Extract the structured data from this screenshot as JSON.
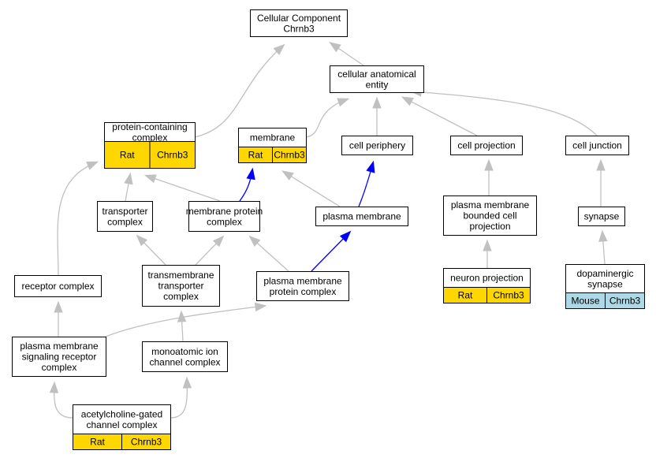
{
  "colors": {
    "edge_default": "#c0c0c0",
    "edge_highlight": "#0000ff",
    "tag_rat": "#ffd700",
    "tag_mouse": "#add8e6",
    "node_border": "#000000",
    "background": "#ffffff"
  },
  "nodes": {
    "cellular_component": {
      "lines": [
        "Cellular Component",
        "Chrnb3"
      ]
    },
    "cellular_anatomical_entity": {
      "lines": [
        "cellular anatomical",
        "entity"
      ]
    },
    "protein_containing_complex": {
      "lines": [
        "protein-containing",
        "complex"
      ],
      "tags": [
        "Rat",
        "Chrnb3"
      ]
    },
    "membrane": {
      "lines": [
        "membrane"
      ],
      "tags": [
        "Rat",
        "Chrnb3"
      ]
    },
    "cell_periphery": {
      "lines": [
        "cell periphery"
      ]
    },
    "cell_projection": {
      "lines": [
        "cell projection"
      ]
    },
    "cell_junction": {
      "lines": [
        "cell junction"
      ]
    },
    "transporter_complex": {
      "lines": [
        "transporter",
        "complex"
      ]
    },
    "membrane_protein_complex": {
      "lines": [
        "membrane protein",
        "complex"
      ]
    },
    "plasma_membrane": {
      "lines": [
        "plasma membrane"
      ]
    },
    "plasma_membrane_bounded_cell_projection": {
      "lines": [
        "plasma membrane",
        "bounded cell",
        "projection"
      ]
    },
    "synapse": {
      "lines": [
        "synapse"
      ]
    },
    "receptor_complex": {
      "lines": [
        "receptor complex"
      ]
    },
    "transmembrane_transporter_complex": {
      "lines": [
        "transmembrane",
        "transporter",
        "complex"
      ]
    },
    "plasma_membrane_protein_complex": {
      "lines": [
        "plasma membrane",
        "protein complex"
      ]
    },
    "neuron_projection": {
      "lines": [
        "neuron projection"
      ],
      "tags": [
        "Rat",
        "Chrnb3"
      ]
    },
    "dopaminergic_synapse": {
      "lines": [
        "dopaminergic",
        "synapse"
      ],
      "tags": [
        "Mouse",
        "Chrnb3"
      ]
    },
    "plasma_membrane_signaling_receptor_complex": {
      "lines": [
        "plasma membrane",
        "signaling receptor",
        "complex"
      ]
    },
    "monoatomic_ion_channel_complex": {
      "lines": [
        "monoatomic ion",
        "channel complex"
      ]
    },
    "acetylcholine_gated_channel_complex": {
      "lines": [
        "acetylcholine-gated",
        "channel complex"
      ],
      "tags": [
        "Rat",
        "Chrnb3"
      ]
    }
  },
  "edges": [
    {
      "from": "cellular_anatomical_entity",
      "to": "cellular_component",
      "highlight": false
    },
    {
      "from": "protein_containing_complex",
      "to": "cellular_component",
      "highlight": false
    },
    {
      "from": "membrane",
      "to": "cellular_anatomical_entity",
      "highlight": false
    },
    {
      "from": "cell_periphery",
      "to": "cellular_anatomical_entity",
      "highlight": false
    },
    {
      "from": "cell_projection",
      "to": "cellular_anatomical_entity",
      "highlight": false
    },
    {
      "from": "cell_junction",
      "to": "cellular_anatomical_entity",
      "highlight": false
    },
    {
      "from": "transporter_complex",
      "to": "protein_containing_complex",
      "highlight": false
    },
    {
      "from": "membrane_protein_complex",
      "to": "protein_containing_complex",
      "highlight": false
    },
    {
      "from": "receptor_complex",
      "to": "protein_containing_complex",
      "highlight": false
    },
    {
      "from": "membrane_protein_complex",
      "to": "membrane",
      "highlight": true
    },
    {
      "from": "plasma_membrane",
      "to": "membrane",
      "highlight": false
    },
    {
      "from": "plasma_membrane",
      "to": "cell_periphery",
      "highlight": true
    },
    {
      "from": "plasma_membrane_bounded_cell_projection",
      "to": "cell_projection",
      "highlight": false
    },
    {
      "from": "synapse",
      "to": "cell_junction",
      "highlight": false
    },
    {
      "from": "transmembrane_transporter_complex",
      "to": "transporter_complex",
      "highlight": false
    },
    {
      "from": "transmembrane_transporter_complex",
      "to": "membrane_protein_complex",
      "highlight": false
    },
    {
      "from": "plasma_membrane_protein_complex",
      "to": "membrane_protein_complex",
      "highlight": false
    },
    {
      "from": "plasma_membrane_protein_complex",
      "to": "plasma_membrane",
      "highlight": true
    },
    {
      "from": "neuron_projection",
      "to": "plasma_membrane_bounded_cell_projection",
      "highlight": false
    },
    {
      "from": "dopaminergic_synapse",
      "to": "synapse",
      "highlight": false
    },
    {
      "from": "plasma_membrane_signaling_receptor_complex",
      "to": "receptor_complex",
      "highlight": false
    },
    {
      "from": "plasma_membrane_signaling_receptor_complex",
      "to": "plasma_membrane_protein_complex",
      "highlight": false
    },
    {
      "from": "monoatomic_ion_channel_complex",
      "to": "transmembrane_transporter_complex",
      "highlight": false
    },
    {
      "from": "acetylcholine_gated_channel_complex",
      "to": "plasma_membrane_signaling_receptor_complex",
      "highlight": false
    },
    {
      "from": "acetylcholine_gated_channel_complex",
      "to": "monoatomic_ion_channel_complex",
      "highlight": false
    }
  ]
}
